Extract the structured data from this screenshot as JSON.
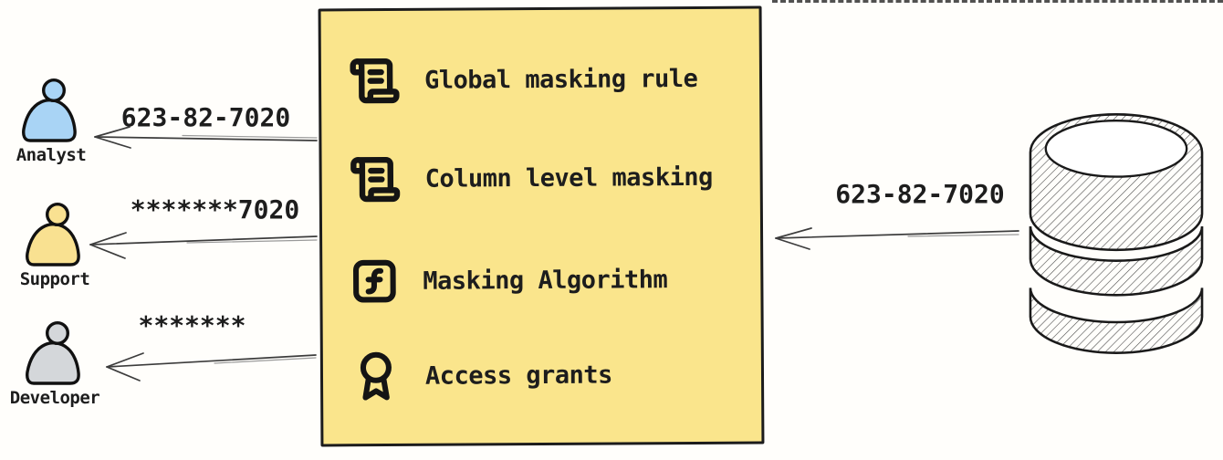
{
  "colors": {
    "box_background": "#fae58c",
    "analyst_fill": "#a9d4f5",
    "support_fill": "#f9e191",
    "developer_fill": "#d4d7da",
    "ink": "#1d1d1d",
    "arrow": "#3c3c3c"
  },
  "personas": [
    {
      "id": "analyst",
      "label": "Analyst",
      "arrow_label": "623-82-7020",
      "icon": "person-icon",
      "color": "#a9d4f5"
    },
    {
      "id": "support",
      "label": "Support",
      "arrow_label": "*******7020",
      "icon": "person-icon",
      "color": "#f9e191"
    },
    {
      "id": "developer",
      "label": "Developer",
      "arrow_label": "*******",
      "icon": "person-icon",
      "color": "#d4d7da"
    }
  ],
  "masking_box": {
    "background": "#fae58c",
    "items": [
      {
        "icon": "scroll-text-icon",
        "label": "Global masking rule"
      },
      {
        "icon": "scroll-text-icon",
        "label": "Column level masking"
      },
      {
        "icon": "function-square-icon",
        "label": "Masking Algorithm"
      },
      {
        "icon": "award-icon",
        "label": "Access grants"
      }
    ]
  },
  "database": {
    "icon": "database-icon",
    "arrow_label": "623-82-7020"
  }
}
